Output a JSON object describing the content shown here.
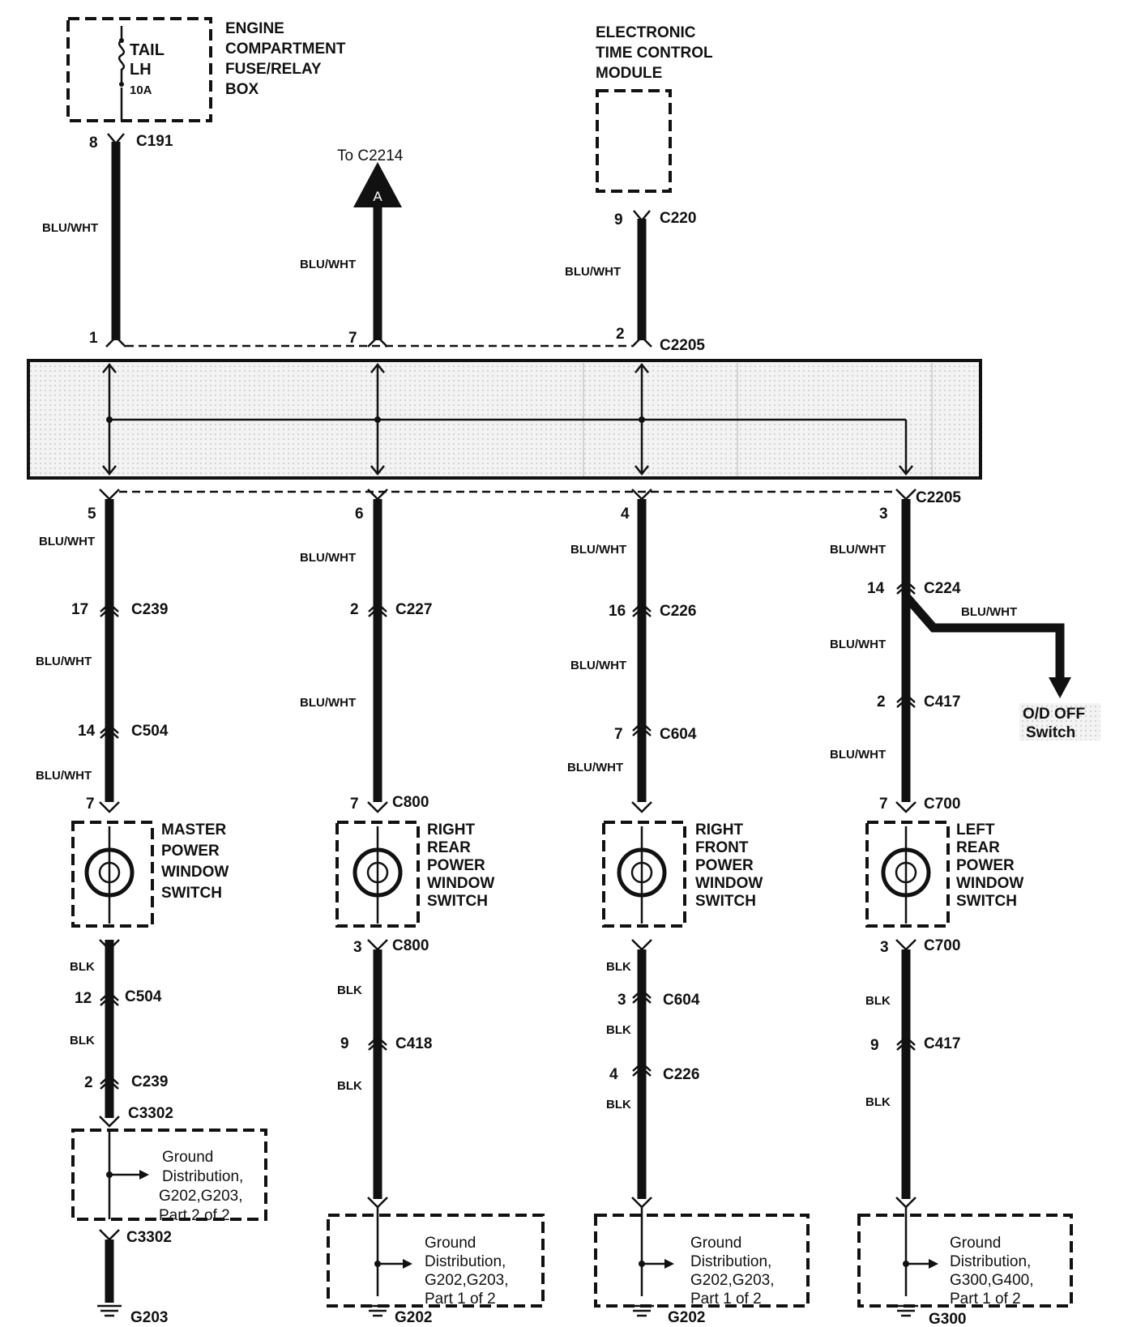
{
  "components": {
    "fuse_box": [
      "ENGINE",
      "COMPARTMENT",
      "FUSE/RELAY",
      "BOX"
    ],
    "fuse": [
      "TAIL",
      "LH",
      "10A"
    ],
    "etcm": [
      "ELECTRONIC",
      "TIME CONTROL",
      "MODULE"
    ],
    "to_c2214": "To C2214",
    "arrow_letter": "A",
    "od_off": [
      "O/D OFF",
      "Switch"
    ],
    "master_switch": [
      "MASTER",
      "POWER",
      "WINDOW",
      "SWITCH"
    ],
    "rr_switch": [
      "RIGHT",
      "REAR",
      "POWER",
      "WINDOW",
      "SWITCH"
    ],
    "rf_switch": [
      "RIGHT",
      "FRONT",
      "POWER",
      "WINDOW",
      "SWITCH"
    ],
    "lr_switch": [
      "LEFT",
      "REAR",
      "POWER",
      "WINDOW",
      "SWITCH"
    ],
    "gd_203": [
      "Ground",
      "Distribution,",
      "G202,G203,",
      "Part 2 of 2"
    ],
    "gd_202a": [
      "Ground",
      "Distribution,",
      "G202,G203,",
      "Part 1 of 2"
    ],
    "gd_202b": [
      "Ground",
      "Distribution,",
      "G202,G203,",
      "Part 1 of 2"
    ],
    "gd_300": [
      "Ground",
      "Distribution,",
      "G300,G400,",
      "Part 1 of 2"
    ]
  },
  "wire_colors": {
    "blu_wht": "BLU/WHT",
    "blk": "BLK"
  },
  "connectors": {
    "c191": "C191",
    "c2205": "C2205",
    "c220": "C220",
    "c239": "C239",
    "c504": "C504",
    "c227": "C227",
    "c800": "C800",
    "c418": "C418",
    "c226": "C226",
    "c604": "C604",
    "c224": "C224",
    "c417": "C417",
    "c700": "C700",
    "c3302": "C3302"
  },
  "pins": {
    "p8": "8",
    "p1": "1",
    "p7": "7",
    "p9": "9",
    "p2": "2",
    "p5": "5",
    "p6": "6",
    "p4": "4",
    "p3": "3",
    "p17": "17",
    "p14": "14",
    "p16": "16",
    "p12": "12"
  },
  "grounds": {
    "g203": "G203",
    "g202": "G202",
    "g300": "G300"
  }
}
